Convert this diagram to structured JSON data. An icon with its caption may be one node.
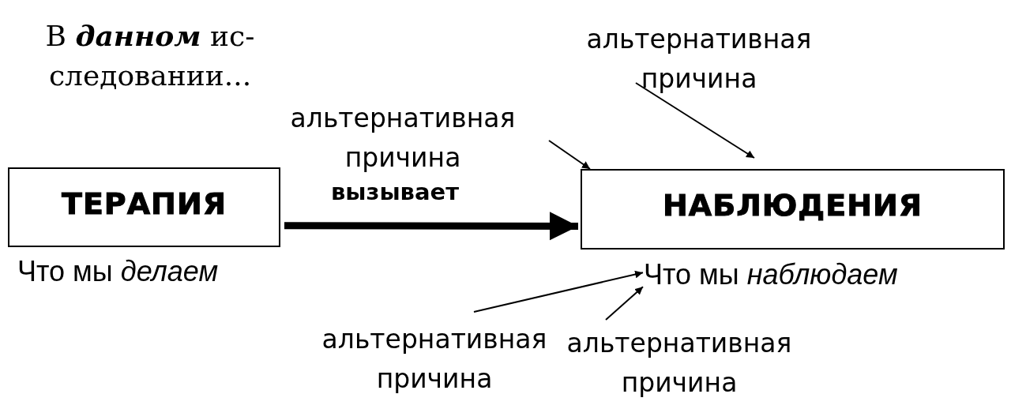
{
  "diagram": {
    "nodes": [
      {
        "text": [
          "ТЕРАПИЯ"
        ],
        "beside": [
          "Что мы *делаем*"
        ]
      },
      {
        "text": [
          "альтернативная причина"
        ]
      },
      {
        "text": [
          "НАБЛЮДЕНИЯ"
        ]
      },
      {
        "text": [
          "альтернативная причина"
        ]
      },
      {
        "text": [
          "Что мы *наблюдаем*"
        ]
      },
      {
        "text": [
          "альтернативная причина"
        ]
      },
      {
        "text": [
          "альтернативная причина"
        ]
      }
    ],
    "edges": [
      {
        "from": 0,
        "to": 2,
        "arrow": "to",
        "label": "вызывает",
        "style": "thick"
      },
      {
        "from": 1,
        "to": 2,
        "arrow": "to"
      },
      {
        "from": 3,
        "to": 2,
        "arrow": "to"
      },
      {
        "from": 5,
        "to": 4,
        "arrow": "to"
      },
      {
        "from": 6,
        "to": 4,
        "arrow": "to"
      }
    ],
    "labels": [
      "В **данном** ис- следовании..."
    ]
  }
}
